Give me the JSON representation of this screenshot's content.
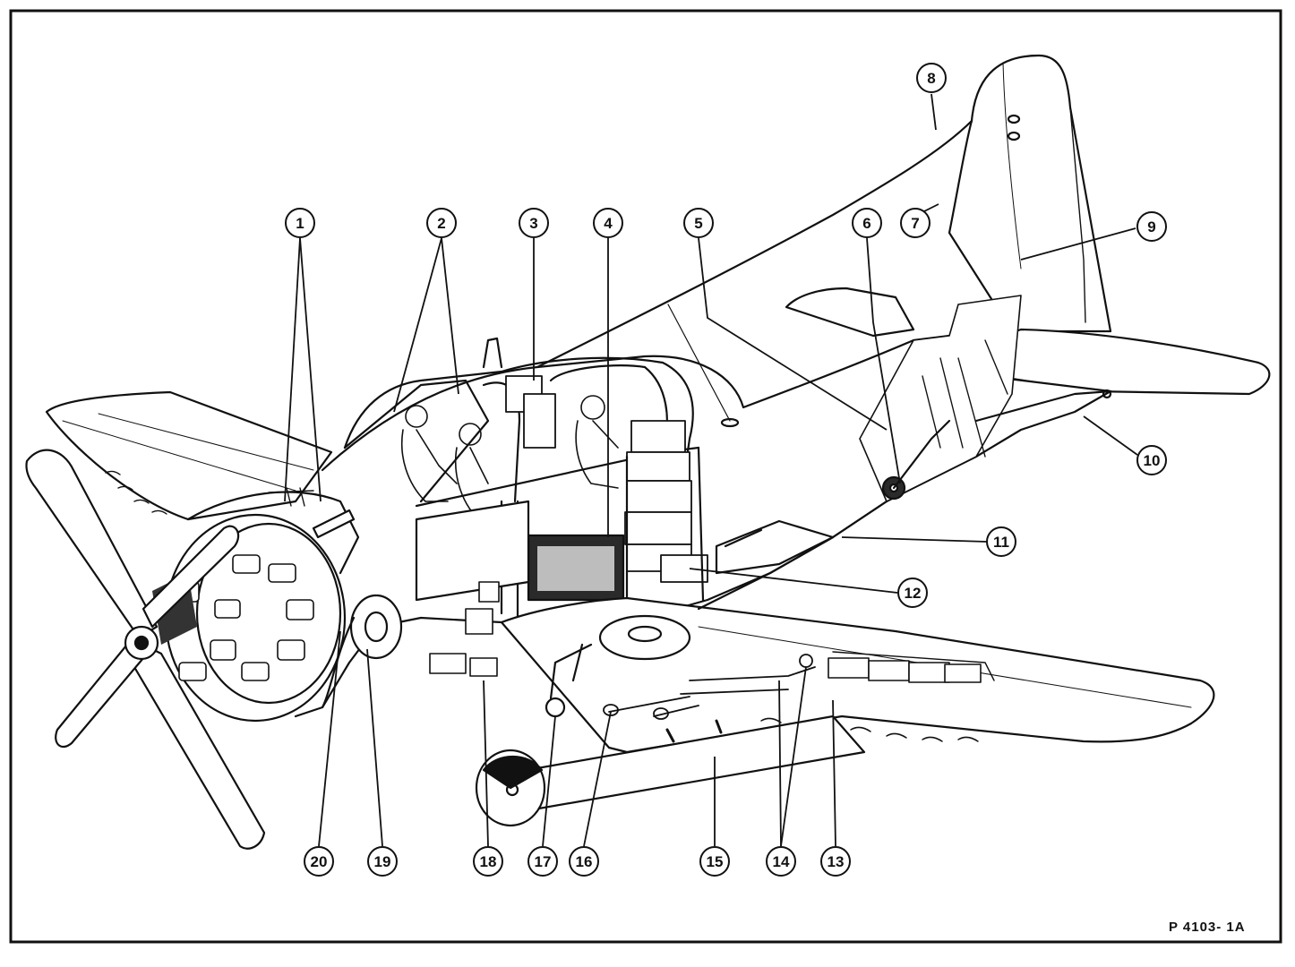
{
  "figure": {
    "reference": "P 4103- 1A",
    "callouts": [
      "1",
      "2",
      "3",
      "4",
      "5",
      "6",
      "7",
      "8",
      "9",
      "10",
      "11",
      "12",
      "13",
      "14",
      "15",
      "16",
      "17",
      "18",
      "19",
      "20"
    ]
  },
  "colors": {
    "ink": "#111111",
    "paper": "#ffffff",
    "shade": "#2a2a2a"
  }
}
